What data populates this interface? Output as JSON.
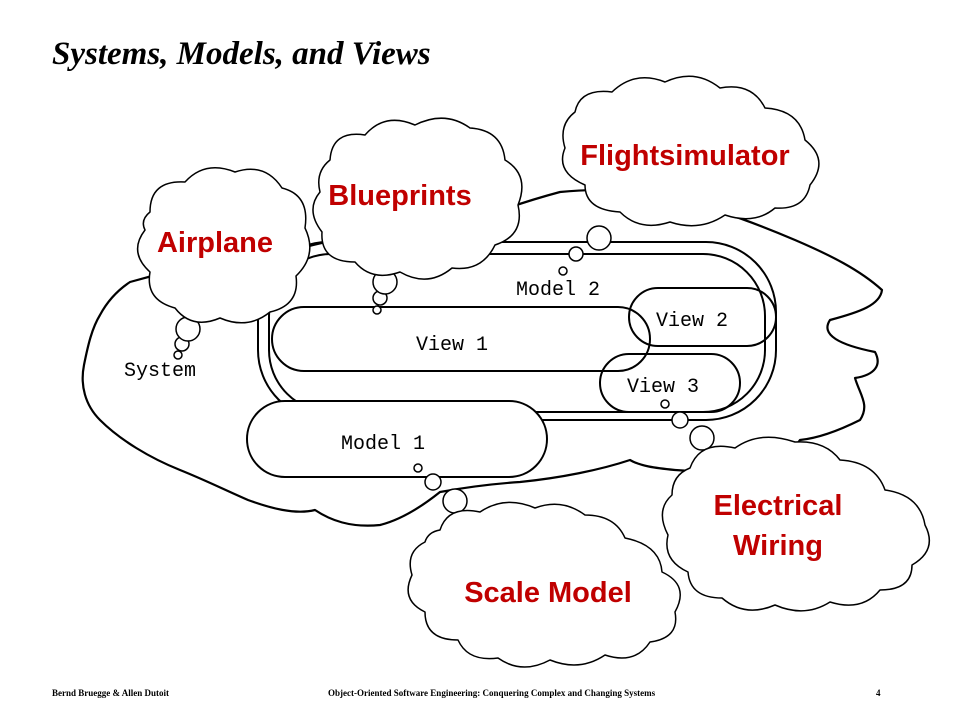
{
  "slide": {
    "title": "Systems, Models, and Views"
  },
  "diagram": {
    "nodes": {
      "system": "System",
      "model1": "Model 1",
      "model2": "Model 2",
      "view1": "View 1",
      "view2": "View 2",
      "view3": "View 3"
    },
    "clouds": {
      "airplane": "Airplane",
      "blueprints": "Blueprints",
      "flightsimulator": "Flightsimulator",
      "electrical_line1": "Electrical",
      "electrical_line2": "Wiring",
      "scale_model": "Scale Model"
    },
    "colors": {
      "cloud_text": "#c00000",
      "outline": "#000000"
    }
  },
  "footer": {
    "authors": "Bernd Bruegge & Allen Dutoit",
    "book": "Object-Oriented Software Engineering: Conquering Complex and Changing Systems",
    "page": "4"
  }
}
